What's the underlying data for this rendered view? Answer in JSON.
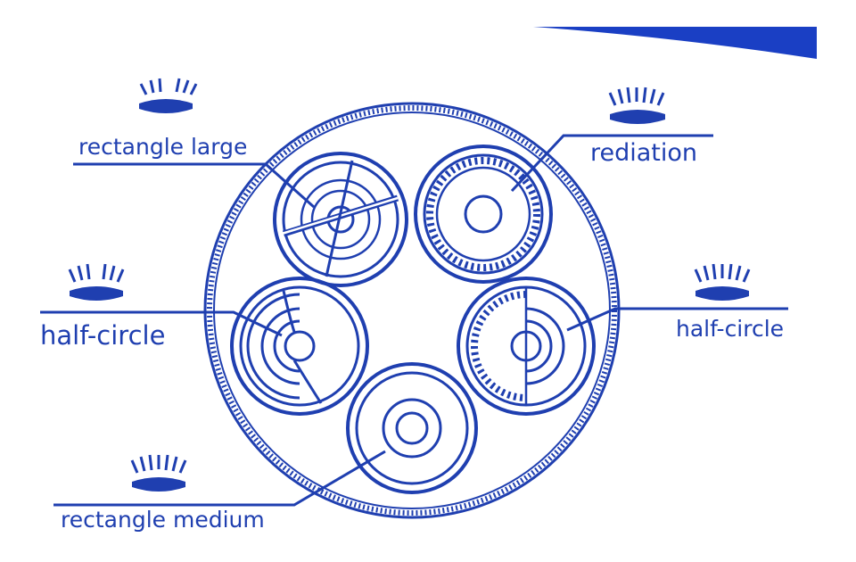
{
  "labels": {
    "rectangle_large": "rectangle large",
    "radiation": "rediation",
    "half_circle_left": "half-circle",
    "half_circle_right": "half-circle",
    "rectangle_medium": "rectangle medium"
  },
  "colors": {
    "line": "#1f3fb0",
    "accent_band": "#1a3fc4",
    "background": "#ffffff"
  },
  "icons": [
    "spray-pattern-icon"
  ]
}
